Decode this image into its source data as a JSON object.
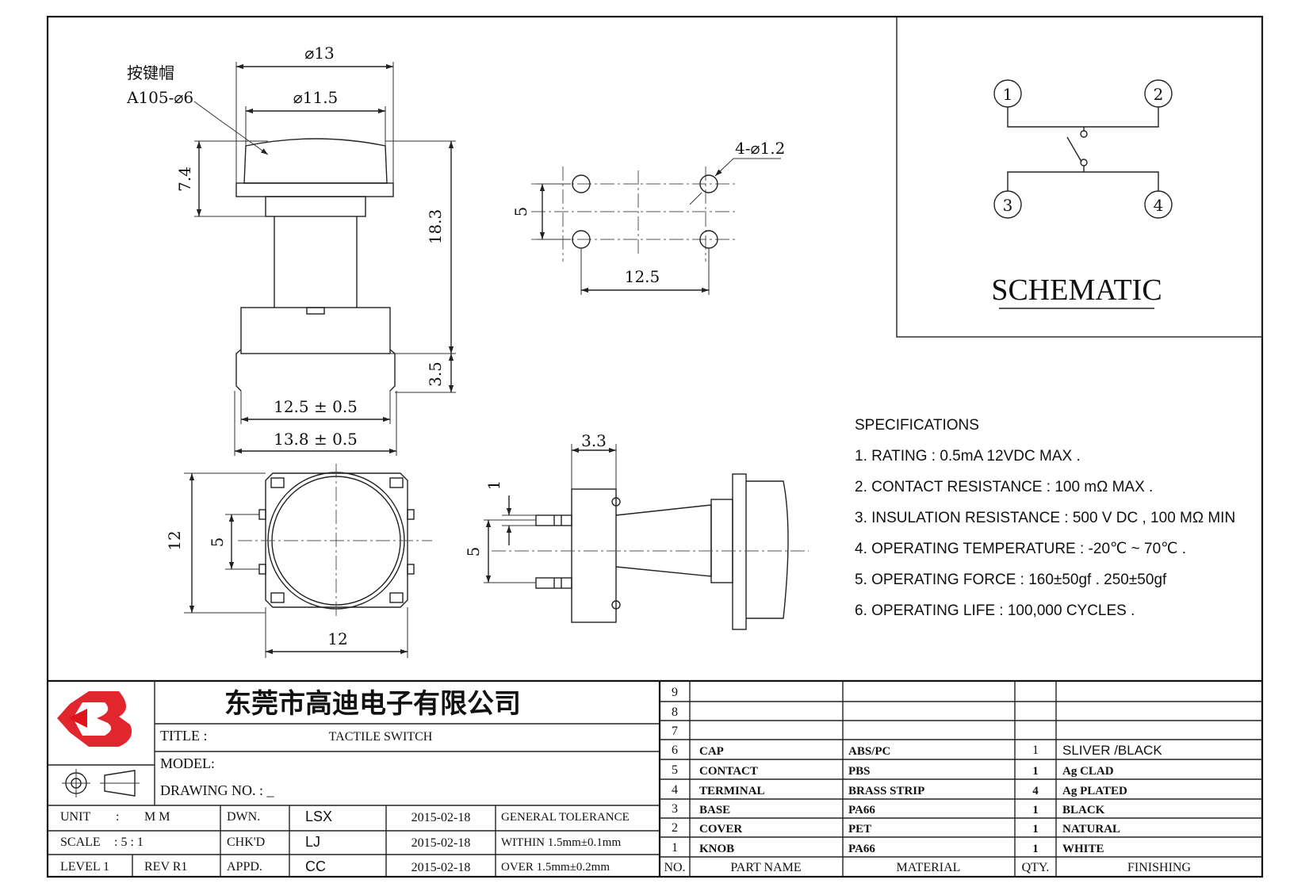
{
  "views": {
    "cap_label": "按键帽",
    "cap_part": "A105-⌀6",
    "dim_13": "⌀13",
    "dim_11_5": "⌀11.5",
    "dim_7_4": "7.4",
    "dim_18_3": "18.3",
    "dim_3_5": "3.5",
    "dim_12_5_tol": "12.5 ± 0.5",
    "dim_13_8_tol": "13.8 ± 0.5",
    "hole_note": "4-⌀1.2",
    "hole_dim_5": "5",
    "hole_dim_12_5": "12.5",
    "bottom_12_v": "12",
    "bottom_5": "5",
    "bottom_12_h": "12",
    "side_3_3": "3.3",
    "side_1": "1",
    "side_5": "5"
  },
  "schematic": {
    "pins": [
      "1",
      "2",
      "3",
      "4"
    ],
    "title": "SCHEMATIC"
  },
  "specifications": {
    "heading": "SPECIFICATIONS",
    "items": [
      "1. RATING : 0.5mA 12VDC MAX .",
      "2. CONTACT RESISTANCE : 100 mΩ MAX .",
      "3. INSULATION RESISTANCE : 500 V DC , 100 MΩ MIN",
      "4. OPERATING TEMPERATURE : -20℃ ~ 70℃ .",
      "5. OPERATING FORCE : 160±50gf . 250±50gf",
      "6. OPERATING LIFE : 100,000 CYCLES ."
    ]
  },
  "title_block": {
    "company": "东莞市高迪电子有限公司",
    "title_label": "TITLE :",
    "title_value": "TACTILE SWITCH",
    "model_label": "MODEL:",
    "drawing_no_label": "DRAWING NO. : _",
    "unit_label": "UNIT",
    "unit_colon": ":",
    "unit_value": "M M",
    "scale_label": "SCALE",
    "scale_value": ": 5 : 1",
    "level_label": "LEVEL 1",
    "rev_label": "REV R1",
    "dwn_label": "DWN.",
    "dwn_value": "LSX",
    "dwn_date": "2015-02-18",
    "chk_label": "CHK'D",
    "chk_value": "LJ",
    "chk_date": "2015-02-18",
    "appd_label": "APPD.",
    "appd_value": "CC",
    "appd_date": "2015-02-18",
    "tol_1": "GENERAL TOLERANCE",
    "tol_2": "WITHIN 1.5mm±0.1mm",
    "tol_3": "OVER  1.5mm±0.2mm"
  },
  "bom": {
    "header": {
      "no": "NO.",
      "part": "PART NAME",
      "material": "MATERIAL",
      "qty": "QTY.",
      "finishing": "FINISHING"
    },
    "rows": [
      {
        "no": "9",
        "part": "",
        "material": "",
        "qty": "",
        "finishing": ""
      },
      {
        "no": "8",
        "part": "",
        "material": "",
        "qty": "",
        "finishing": ""
      },
      {
        "no": "7",
        "part": "",
        "material": "",
        "qty": "",
        "finishing": ""
      },
      {
        "no": "6",
        "part": "CAP",
        "material": "ABS/PC",
        "qty": "1",
        "finishing": "SLIVER /BLACK"
      },
      {
        "no": "5",
        "part": "CONTACT",
        "material": "PBS",
        "qty": "1",
        "finishing": "Ag CLAD"
      },
      {
        "no": "4",
        "part": "TERMINAL",
        "material": "BRASS STRIP",
        "qty": "4",
        "finishing": "Ag PLATED"
      },
      {
        "no": "3",
        "part": "BASE",
        "material": "PA66",
        "qty": "1",
        "finishing": "BLACK"
      },
      {
        "no": "2",
        "part": "COVER",
        "material": "PET",
        "qty": "1",
        "finishing": "NATURAL"
      },
      {
        "no": "1",
        "part": "KNOB",
        "material": "PA66",
        "qty": "1",
        "finishing": "WHITE"
      }
    ]
  },
  "colors": {
    "logo": "#e0141b",
    "ink": "#111111"
  },
  "icons": {
    "logo": "company-logo-icon",
    "projection": "third-angle-projection-icon"
  }
}
